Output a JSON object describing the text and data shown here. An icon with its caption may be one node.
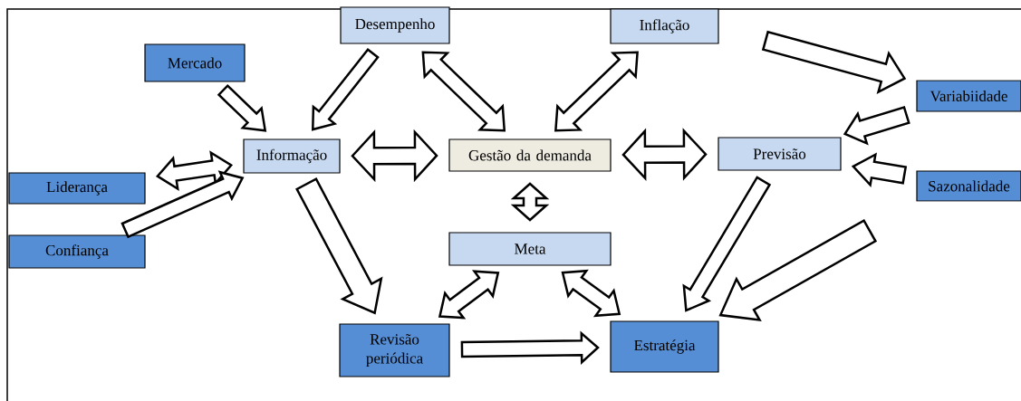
{
  "diagram": {
    "nodes": [
      {
        "text": [
          "Desempenho"
        ]
      },
      {
        "text": [
          "Inflação"
        ]
      },
      {
        "text": [
          "Mercado"
        ]
      },
      {
        "text": [
          "Variabiidade"
        ]
      },
      {
        "text": [
          "Informação"
        ]
      },
      {
        "text": [
          "Gestão da demanda"
        ]
      },
      {
        "text": [
          "Previsão"
        ]
      },
      {
        "text": [
          "Liderança"
        ]
      },
      {
        "text": [
          "Sazonalidade"
        ]
      },
      {
        "text": [
          "Confiança"
        ]
      },
      {
        "text": [
          "Meta"
        ]
      },
      {
        "text": [
          "Revisão periódica"
        ]
      },
      {
        "text": [
          "Estratégia"
        ]
      }
    ],
    "edges": [
      {
        "from": 2,
        "to": 4,
        "arrow": "to"
      },
      {
        "from": 0,
        "to": 4,
        "arrow": "to"
      },
      {
        "from": 0,
        "to": 5,
        "arrow": "both"
      },
      {
        "from": 4,
        "to": 5,
        "arrow": "both"
      },
      {
        "from": 7,
        "to": 4,
        "arrow": "both"
      },
      {
        "from": 9,
        "to": 4,
        "arrow": "to"
      },
      {
        "from": 4,
        "to": 11,
        "arrow": "to"
      },
      {
        "from": 5,
        "to": 1,
        "arrow": "both"
      },
      {
        "from": 5,
        "to": 6,
        "arrow": "both"
      },
      {
        "from": 5,
        "to": 10,
        "arrow": "both"
      },
      {
        "from": null,
        "to": 3,
        "arrow": "to"
      },
      {
        "from": 3,
        "to": 6,
        "arrow": "to"
      },
      {
        "from": 8,
        "to": 6,
        "arrow": "to"
      },
      {
        "from": 6,
        "to": 12,
        "arrow": "to"
      },
      {
        "from": null,
        "to": 12,
        "arrow": "to"
      },
      {
        "from": 10,
        "to": 11,
        "arrow": "both"
      },
      {
        "from": 10,
        "to": 12,
        "arrow": "both"
      },
      {
        "from": 11,
        "to": 12,
        "arrow": "to"
      }
    ]
  }
}
